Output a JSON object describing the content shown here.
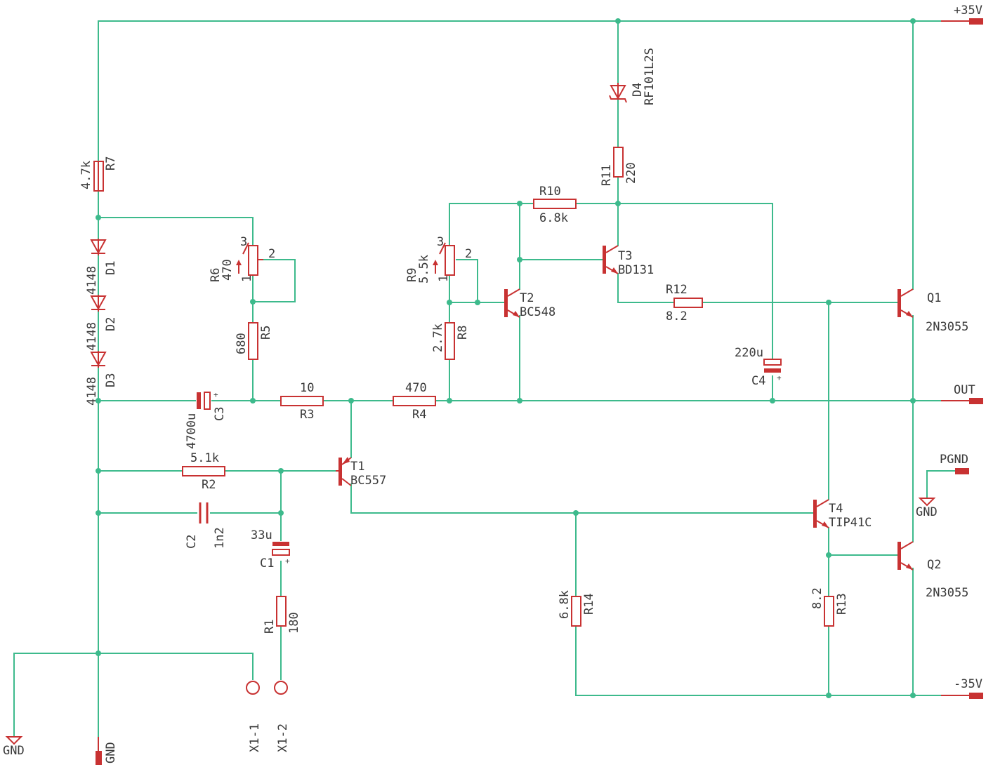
{
  "rails": {
    "vplus": "+35V",
    "vminus": "-35V",
    "out": "OUT",
    "pgnd": "PGND",
    "gnd_port": "GND",
    "gnd_sym1": "GND",
    "gnd_sym2": "GND"
  },
  "connectors": {
    "x1_1": "X1-1",
    "x1_2": "X1-2"
  },
  "resistors": {
    "R1": {
      "name": "R1",
      "value": "180"
    },
    "R2": {
      "name": "R2",
      "value": "5.1k"
    },
    "R3": {
      "name": "R3",
      "value": "10"
    },
    "R4": {
      "name": "R4",
      "value": "470"
    },
    "R5": {
      "name": "R5",
      "value": "680"
    },
    "R6": {
      "name": "R6",
      "value": "470"
    },
    "R7": {
      "name": "R7",
      "value": "4.7k"
    },
    "R8": {
      "name": "R8",
      "value": "2.7k"
    },
    "R9": {
      "name": "R9",
      "value": "5.5k"
    },
    "R10": {
      "name": "R10",
      "value": "6.8k"
    },
    "R11": {
      "name": "R11",
      "value": "220"
    },
    "R12": {
      "name": "R12",
      "value": "8.2"
    },
    "R13": {
      "name": "R13",
      "value": "8.2"
    },
    "R14": {
      "name": "R14",
      "value": "6.8k"
    }
  },
  "pot_pins": {
    "p1": "1",
    "p2": "2",
    "p3": "3"
  },
  "capacitors": {
    "C1": {
      "name": "C1",
      "value": "33u"
    },
    "C2": {
      "name": "C2",
      "value": "1n2"
    },
    "C3": {
      "name": "C3",
      "value": "4700u"
    },
    "C4": {
      "name": "C4",
      "value": "220u"
    }
  },
  "diodes": {
    "D1": {
      "name": "D1",
      "value": "4148"
    },
    "D2": {
      "name": "D2",
      "value": "4148"
    },
    "D3": {
      "name": "D3",
      "value": "4148"
    },
    "D4": {
      "name": "D4",
      "value": "RF101L2S"
    }
  },
  "transistors": {
    "T1": {
      "name": "T1",
      "value": "BC557"
    },
    "T2": {
      "name": "T2",
      "value": "BC548"
    },
    "T3": {
      "name": "T3",
      "value": "BD131"
    },
    "T4": {
      "name": "T4",
      "value": "TIP41C"
    },
    "Q1": {
      "name": "Q1",
      "value": "2N3055"
    },
    "Q2": {
      "name": "Q2",
      "value": "2N3055"
    }
  },
  "colors": {
    "wire": "#3dba8c",
    "component": "#c83232",
    "text": "#3a3a3a"
  }
}
